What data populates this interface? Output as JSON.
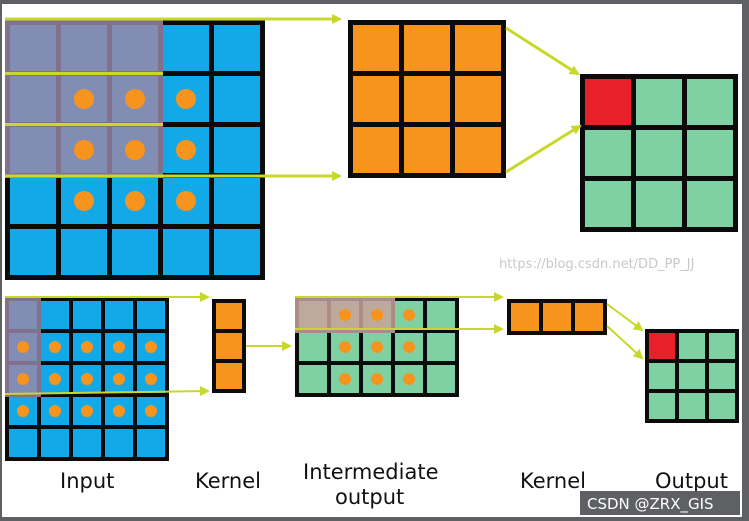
{
  "colors": {
    "blue": "#13a8e8",
    "orange": "#f7941d",
    "green": "#7fd1a3",
    "red": "#e8202a",
    "purple_overlay": "#9b87a8",
    "pink_overlay": "#c9a39c",
    "grid_line": "#0b0b0b",
    "arrow": "#c8d82a",
    "dot": "#f7941d"
  },
  "labels": {
    "input": "Input",
    "kernel_1": "Kernel",
    "intermediate_line1": "Intermediate",
    "intermediate_line2": "output",
    "kernel_2": "Kernel",
    "output": "Output"
  },
  "watermark": "https://blog.csdn.net/DD_PP_JJ",
  "csdn_credit": "CSDN @ZRX_GIS",
  "diagrams": {
    "top": {
      "input": {
        "rows": 5,
        "cols": 5,
        "color": "blue",
        "overlay_rows": 3,
        "overlay_cols": 3
      },
      "kernel": {
        "rows": 3,
        "cols": 3,
        "color": "orange"
      },
      "output": {
        "rows": 3,
        "cols": 3,
        "color": "green",
        "highlight": [
          0,
          0
        ]
      }
    },
    "bottom": {
      "input": {
        "rows": 5,
        "cols": 5,
        "color": "blue",
        "overlay_rows": 3,
        "overlay_cols": 1
      },
      "kernel_1": {
        "rows": 3,
        "cols": 1,
        "color": "orange"
      },
      "intermediate": {
        "rows": 3,
        "cols": 5,
        "color": "green",
        "overlay_rows": 1,
        "overlay_cols": 3
      },
      "kernel_2": {
        "rows": 1,
        "cols": 3,
        "color": "orange"
      },
      "output": {
        "rows": 3,
        "cols": 3,
        "color": "green",
        "highlight": [
          0,
          0
        ]
      }
    }
  }
}
